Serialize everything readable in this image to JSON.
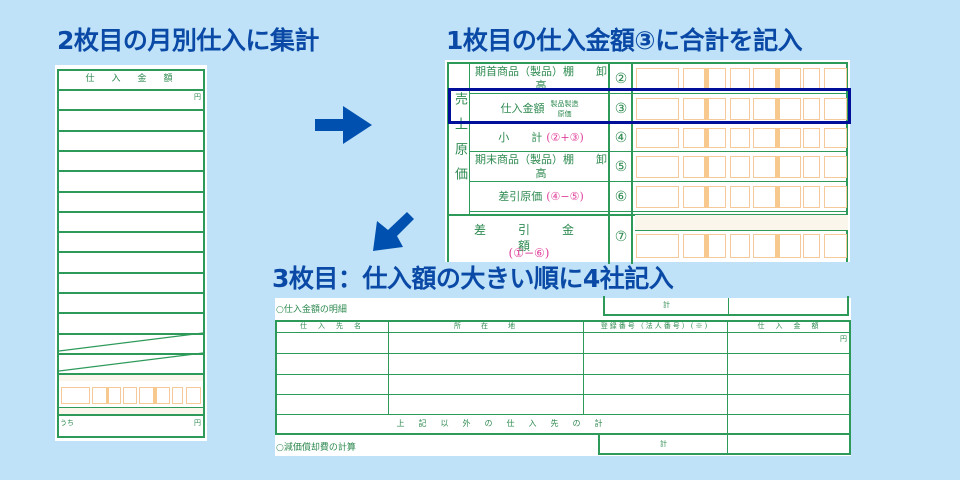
{
  "titles": {
    "step2": "2枚目の月別仕入に集計",
    "step1": "1枚目の仕入金額③に合計を記入",
    "step3": "3枚目：仕入額の大きい順に4社記入"
  },
  "colors": {
    "background": "#bfe2f8",
    "title": "#0a4aa6",
    "arrow": "#0050b0",
    "form_line": "#2e9a5a",
    "highlight": "#000f9a",
    "circled_formula": "#e0409a",
    "digit_box": "#f6c99a"
  },
  "icons": {
    "arrow_right": "arrow-right-icon",
    "arrow_down_left": "arrow-down-left-icon"
  },
  "form_monthly": {
    "header": "仕　入　金　額",
    "unit": "円",
    "uchi": "うち",
    "unit2": "円"
  },
  "form_page1": {
    "side_label": "売上原価",
    "rows": [
      {
        "label": "期首商品（製品）棚　　卸　　高",
        "num": "②"
      },
      {
        "label": "仕入金額",
        "sub": "製品製造原価",
        "num": "③"
      },
      {
        "label": "小　　計",
        "formula": "(②+③)",
        "num": "④"
      },
      {
        "label": "期末商品（製品）棚　　卸　　高",
        "num": "⑤"
      },
      {
        "label": "差引原価",
        "formula": "(④−⑤)",
        "num": "⑥"
      }
    ],
    "diff": {
      "label": "差　引　金　額",
      "formula": "(①−⑥)",
      "num": "⑦"
    }
  },
  "form_page3": {
    "section_title": "○仕入金額の明細",
    "total_label": "計",
    "columns": [
      "仕　入　先　名",
      "所　　在　　地",
      "登録番号（法人番号）(※)",
      "仕　入　金　額"
    ],
    "unit": "円",
    "other_row": "上　記　以　外　の　仕　入　先　の　計",
    "bottom_total": "計",
    "next_section": "○減価償却費の計算"
  }
}
